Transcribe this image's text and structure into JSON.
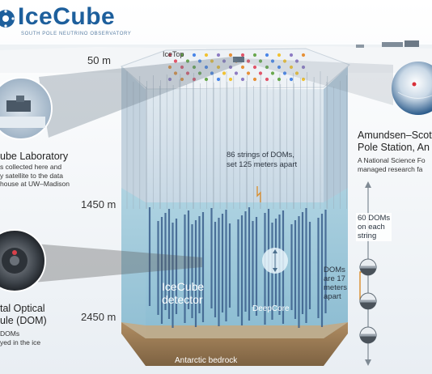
{
  "logo": {
    "title": "IceCube",
    "subtitle": "SOUTH POLE NEUTRINO OBSERVATORY"
  },
  "depths": {
    "surface": "50 m",
    "mid": "1450 m",
    "bottom": "2450 m"
  },
  "icetop_label": "IceTop",
  "strings_label": {
    "line1": "86 strings of DOMs,",
    "line2": "set 125 meters apart"
  },
  "detector_label": {
    "line1": "IceCube",
    "line2": "detector"
  },
  "deepcore_label": "DeepCore",
  "bedrock_label": "Antarctic bedrock",
  "laboratory": {
    "title": "ube Laboratory",
    "line1": "s collected here and",
    "line2": "y satellite to the data",
    "line3": "house at UW–Madison"
  },
  "dom": {
    "title1": "tal Optical",
    "title2": "ule (DOM)",
    "line1": "DOMs",
    "line2": "yed in the ice"
  },
  "station": {
    "title1": "Amundsen–Scot",
    "title2": "Pole Station, An",
    "line1": "A National Science Fo",
    "line2": "managed research fa"
  },
  "doms_per_string": {
    "line1": "60 DOMs",
    "line2": "on each",
    "line3": "string"
  },
  "dom_spacing": {
    "line1": "DOMs",
    "line2": "are 17",
    "line3": "meters",
    "line4": "apart"
  },
  "colors": {
    "logo": "#1d5f9c",
    "ice_top_face": "#e6ecf2",
    "ice_body": "#b9cfe0",
    "deep_ice": "#8ec3d6",
    "bedrock": "#9a7a55",
    "string_dark": "#3b5f8c"
  }
}
